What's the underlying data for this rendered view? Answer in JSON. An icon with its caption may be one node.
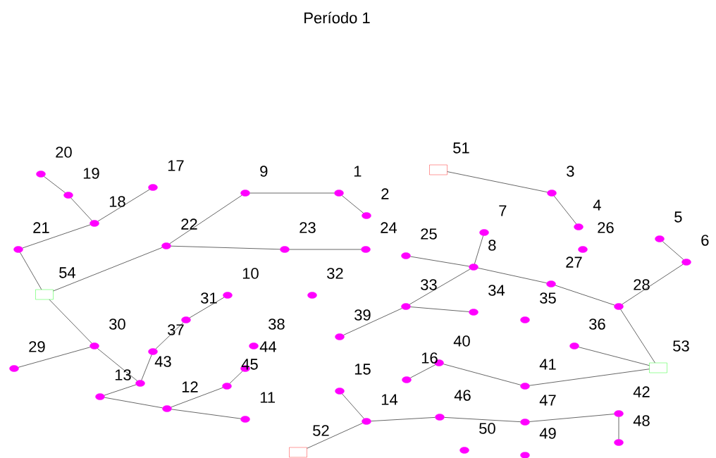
{
  "diagram": {
    "title": "Período 1",
    "nodes": [
      {
        "text": [],
        "shape": "circle"
      },
      {
        "text": [],
        "shape": "circle"
      },
      {
        "text": [],
        "shape": "circle"
      },
      {
        "text": [],
        "shape": "circle"
      },
      {
        "text": [],
        "shape": "circle"
      },
      {
        "text": [],
        "shape": "circle"
      },
      {
        "text": [],
        "shape": "circle"
      },
      {
        "text": [],
        "shape": "circle"
      },
      {
        "text": [],
        "shape": "circle"
      },
      {
        "text": [],
        "shape": "circle"
      },
      {
        "text": [],
        "shape": "circle"
      },
      {
        "text": [],
        "shape": "circle"
      },
      {
        "text": [],
        "shape": "circle"
      },
      {
        "text": [],
        "shape": "circle"
      },
      {
        "text": [],
        "shape": "circle"
      },
      {
        "text": [],
        "shape": "circle"
      },
      {
        "text": [],
        "shape": "circle"
      },
      {
        "text": [],
        "shape": "circle"
      },
      {
        "text": [],
        "shape": "circle"
      },
      {
        "text": [],
        "shape": "circle"
      },
      {
        "text": [],
        "shape": "circle"
      },
      {
        "text": [],
        "shape": "circle"
      },
      {
        "text": [],
        "shape": "circle"
      },
      {
        "text": [],
        "shape": "circle"
      },
      {
        "text": [],
        "shape": "circle"
      },
      {
        "text": [],
        "shape": "circle"
      },
      {
        "text": [],
        "shape": "circle"
      },
      {
        "text": [],
        "shape": "circle"
      },
      {
        "text": [],
        "shape": "circle"
      },
      {
        "text": [],
        "shape": "circle"
      },
      {
        "text": [],
        "shape": "circle"
      },
      {
        "text": [],
        "shape": "circle"
      },
      {
        "text": [],
        "shape": "circle"
      },
      {
        "text": [],
        "shape": "circle"
      },
      {
        "text": [],
        "shape": "circle"
      },
      {
        "text": [],
        "shape": "circle"
      },
      {
        "text": [],
        "shape": "circle"
      },
      {
        "text": [],
        "shape": "circle"
      },
      {
        "text": [],
        "shape": "circle"
      },
      {
        "text": [],
        "shape": "circle"
      },
      {
        "text": [],
        "shape": "circle"
      },
      {
        "text": [],
        "shape": "circle"
      },
      {
        "text": [],
        "shape": "circle"
      },
      {
        "text": [],
        "shape": "circle"
      },
      {
        "text": [],
        "shape": "circle"
      },
      {
        "text": [],
        "shape": "circle"
      },
      {
        "text": [],
        "shape": "circle"
      },
      {
        "text": [],
        "shape": "circle"
      },
      {
        "text": [],
        "shape": "circle"
      },
      {
        "text": [],
        "shape": "circle"
      },
      {
        "text": [],
        "shape": "box"
      },
      {
        "text": [],
        "shape": "box"
      },
      {
        "text": [],
        "shape": "box"
      },
      {
        "text": [],
        "shape": "box"
      }
    ],
    "edges": [
      {
        "from": 19,
        "to": 18,
        "arrow": "none"
      },
      {
        "from": 18,
        "to": 17,
        "arrow": "none"
      },
      {
        "from": 17,
        "to": 16,
        "arrow": "none"
      },
      {
        "from": 17,
        "to": 20,
        "arrow": "none"
      },
      {
        "from": 20,
        "to": 53,
        "arrow": "none"
      },
      {
        "from": 53,
        "to": 21,
        "arrow": "none"
      },
      {
        "from": 21,
        "to": 8,
        "arrow": "none"
      },
      {
        "from": 8,
        "to": 0,
        "arrow": "none"
      },
      {
        "from": 0,
        "to": 1,
        "arrow": "none"
      },
      {
        "from": 21,
        "to": 22,
        "arrow": "none"
      },
      {
        "from": 22,
        "to": 23,
        "arrow": "none"
      },
      {
        "from": 53,
        "to": 29,
        "arrow": "none"
      },
      {
        "from": 28,
        "to": 29,
        "arrow": "none"
      },
      {
        "from": 29,
        "to": 42,
        "arrow": "none"
      },
      {
        "from": 42,
        "to": 36,
        "arrow": "none"
      },
      {
        "from": 36,
        "to": 30,
        "arrow": "none"
      },
      {
        "from": 30,
        "to": 9,
        "arrow": "none"
      },
      {
        "from": 42,
        "to": 12,
        "arrow": "none"
      },
      {
        "from": 12,
        "to": 11,
        "arrow": "none"
      },
      {
        "from": 11,
        "to": 10,
        "arrow": "none"
      },
      {
        "from": 11,
        "to": 44,
        "arrow": "none"
      },
      {
        "from": 44,
        "to": 43,
        "arrow": "none"
      },
      {
        "from": 50,
        "to": 2,
        "arrow": "none"
      },
      {
        "from": 2,
        "to": 3,
        "arrow": "none"
      },
      {
        "from": 24,
        "to": 7,
        "arrow": "none"
      },
      {
        "from": 7,
        "to": 6,
        "arrow": "none"
      },
      {
        "from": 7,
        "to": 32,
        "arrow": "none"
      },
      {
        "from": 32,
        "to": 38,
        "arrow": "none"
      },
      {
        "from": 32,
        "to": 33,
        "arrow": "none"
      },
      {
        "from": 7,
        "to": 26,
        "arrow": "none"
      },
      {
        "from": 26,
        "to": 27,
        "arrow": "none"
      },
      {
        "from": 27,
        "to": 5,
        "arrow": "none"
      },
      {
        "from": 5,
        "to": 4,
        "arrow": "none"
      },
      {
        "from": 27,
        "to": 52,
        "arrow": "none"
      },
      {
        "from": 35,
        "to": 52,
        "arrow": "none"
      },
      {
        "from": 15,
        "to": 39,
        "arrow": "none"
      },
      {
        "from": 39,
        "to": 40,
        "arrow": "none"
      },
      {
        "from": 40,
        "to": 52,
        "arrow": "none"
      },
      {
        "from": 14,
        "to": 13,
        "arrow": "none"
      },
      {
        "from": 13,
        "to": 51,
        "arrow": "none"
      },
      {
        "from": 13,
        "to": 45,
        "arrow": "none"
      },
      {
        "from": 45,
        "to": 46,
        "arrow": "none"
      },
      {
        "from": 46,
        "to": 41,
        "arrow": "none"
      },
      {
        "from": 41,
        "to": 47,
        "arrow": "none"
      }
    ],
    "labels": [
      "51",
      "20",
      "17",
      "9",
      "1",
      "3",
      "19",
      "2",
      "18",
      "4",
      "7",
      "5",
      "22",
      "21",
      "23",
      "24",
      "26",
      "25",
      "6",
      "8",
      "27",
      "54",
      "10",
      "32",
      "33",
      "28",
      "34",
      "31",
      "35",
      "39",
      "30",
      "38",
      "36",
      "37",
      "40",
      "53",
      "29",
      "44",
      "16",
      "43",
      "45",
      "41",
      "15",
      "13",
      "12",
      "42",
      "46",
      "11",
      "14",
      "47",
      "48",
      "50",
      "52",
      "49"
    ]
  }
}
